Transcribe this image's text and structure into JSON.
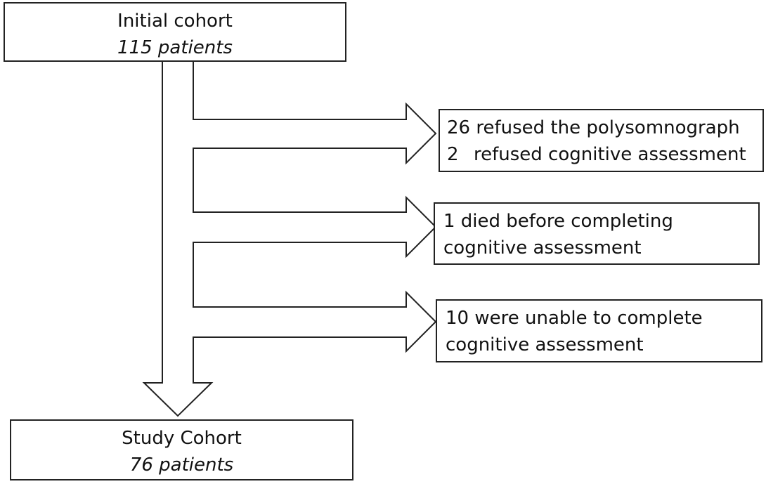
{
  "initial": {
    "title": "Initial cohort",
    "count": "115 patients"
  },
  "exclusions": [
    {
      "lines": [
        "26 refused the polysomnograph"
      ],
      "extra": {
        "number": "2",
        "text": "refused cognitive assessment"
      }
    },
    {
      "lines": [
        "1 died before completing",
        "cognitive assessment"
      ]
    },
    {
      "lines": [
        "10 were unable to complete",
        "cognitive assessment"
      ]
    }
  ],
  "study": {
    "title": "Study Cohort",
    "count": "76 patients"
  }
}
